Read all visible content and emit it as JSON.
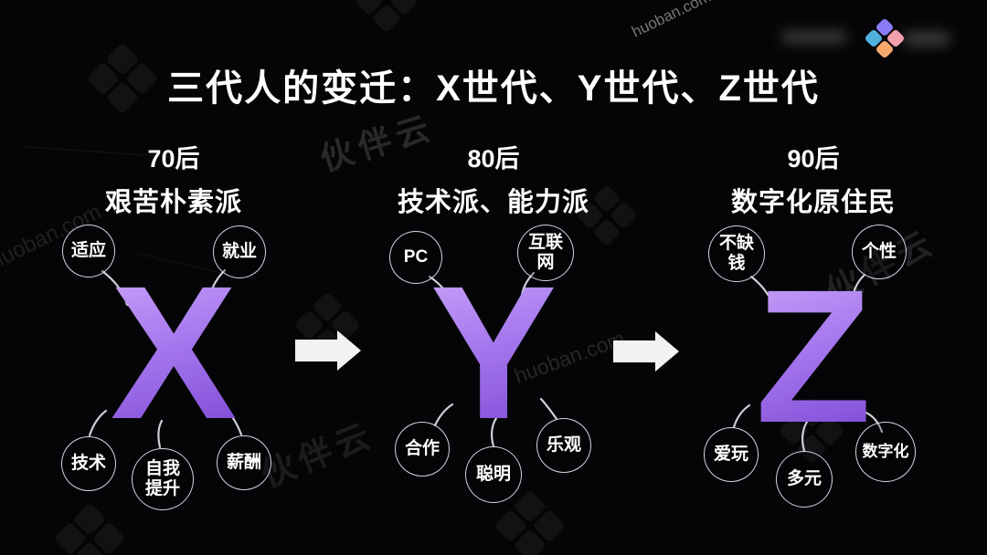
{
  "title": "三代人的变迁：X世代、Y世代、Z世代",
  "watermarks": {
    "site": "huoban.com",
    "brand": "伙伴云"
  },
  "generations": [
    {
      "id": "x",
      "era": "70后",
      "label": "艰苦朴素派",
      "letter": "X",
      "traits_top": [
        "适应",
        "就业"
      ],
      "traits_bottom": [
        "技术",
        "自我提升",
        "薪酬"
      ]
    },
    {
      "id": "y",
      "era": "80后",
      "label": "技术派、能力派",
      "letter": "Y",
      "traits_top": [
        "PC",
        "互联网"
      ],
      "traits_bottom": [
        "合作",
        "聪明",
        "乐观"
      ]
    },
    {
      "id": "z",
      "era": "90后",
      "label": "数字化原住民",
      "letter": "Z",
      "traits_top": [
        "不缺钱",
        "个性"
      ],
      "traits_bottom": [
        "爱玩",
        "多元",
        "数字化"
      ]
    }
  ],
  "colors": {
    "background": "#050507",
    "letter_gradient_start": "#cfadfb",
    "letter_gradient_end": "#7440cf",
    "text": "#ffffff",
    "circle_border": "#e6e6f4",
    "arrow": "#f2f2f2",
    "logo_purple": "#8a7cf6",
    "logo_pink": "#f2a0ad",
    "logo_blue": "#4fb0dc",
    "logo_orange": "#f6a86d"
  }
}
